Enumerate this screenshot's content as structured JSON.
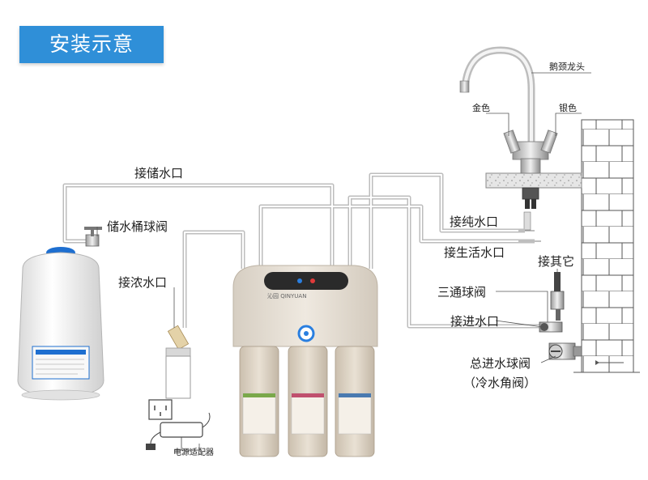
{
  "title": "安装示意",
  "labels": {
    "faucet": "鹅颈龙头",
    "gold": "金色",
    "silver": "银色",
    "storage_outlet": "接储水口",
    "pure_outlet": "接纯水口",
    "life_outlet": "接生活水口",
    "tank_valve": "储水桶球阀",
    "waste_outlet": "接浓水口",
    "other": "接其它",
    "tee_valve": "三通球阀",
    "inlet": "接进水口",
    "main_valve": "总进水球阀",
    "angle_valve": "（冷水角阀）",
    "adapter": "电源适配器"
  },
  "product": {
    "brand": "沁园 QINYUAN"
  },
  "colors": {
    "badge": "#2f8fd8",
    "machine_body": "#e8e0d4",
    "panel": "#2a2a2a",
    "tank": "#f2f2f2",
    "tank_cap": "#1e6fd0",
    "pipe": "#c9c9c9"
  }
}
